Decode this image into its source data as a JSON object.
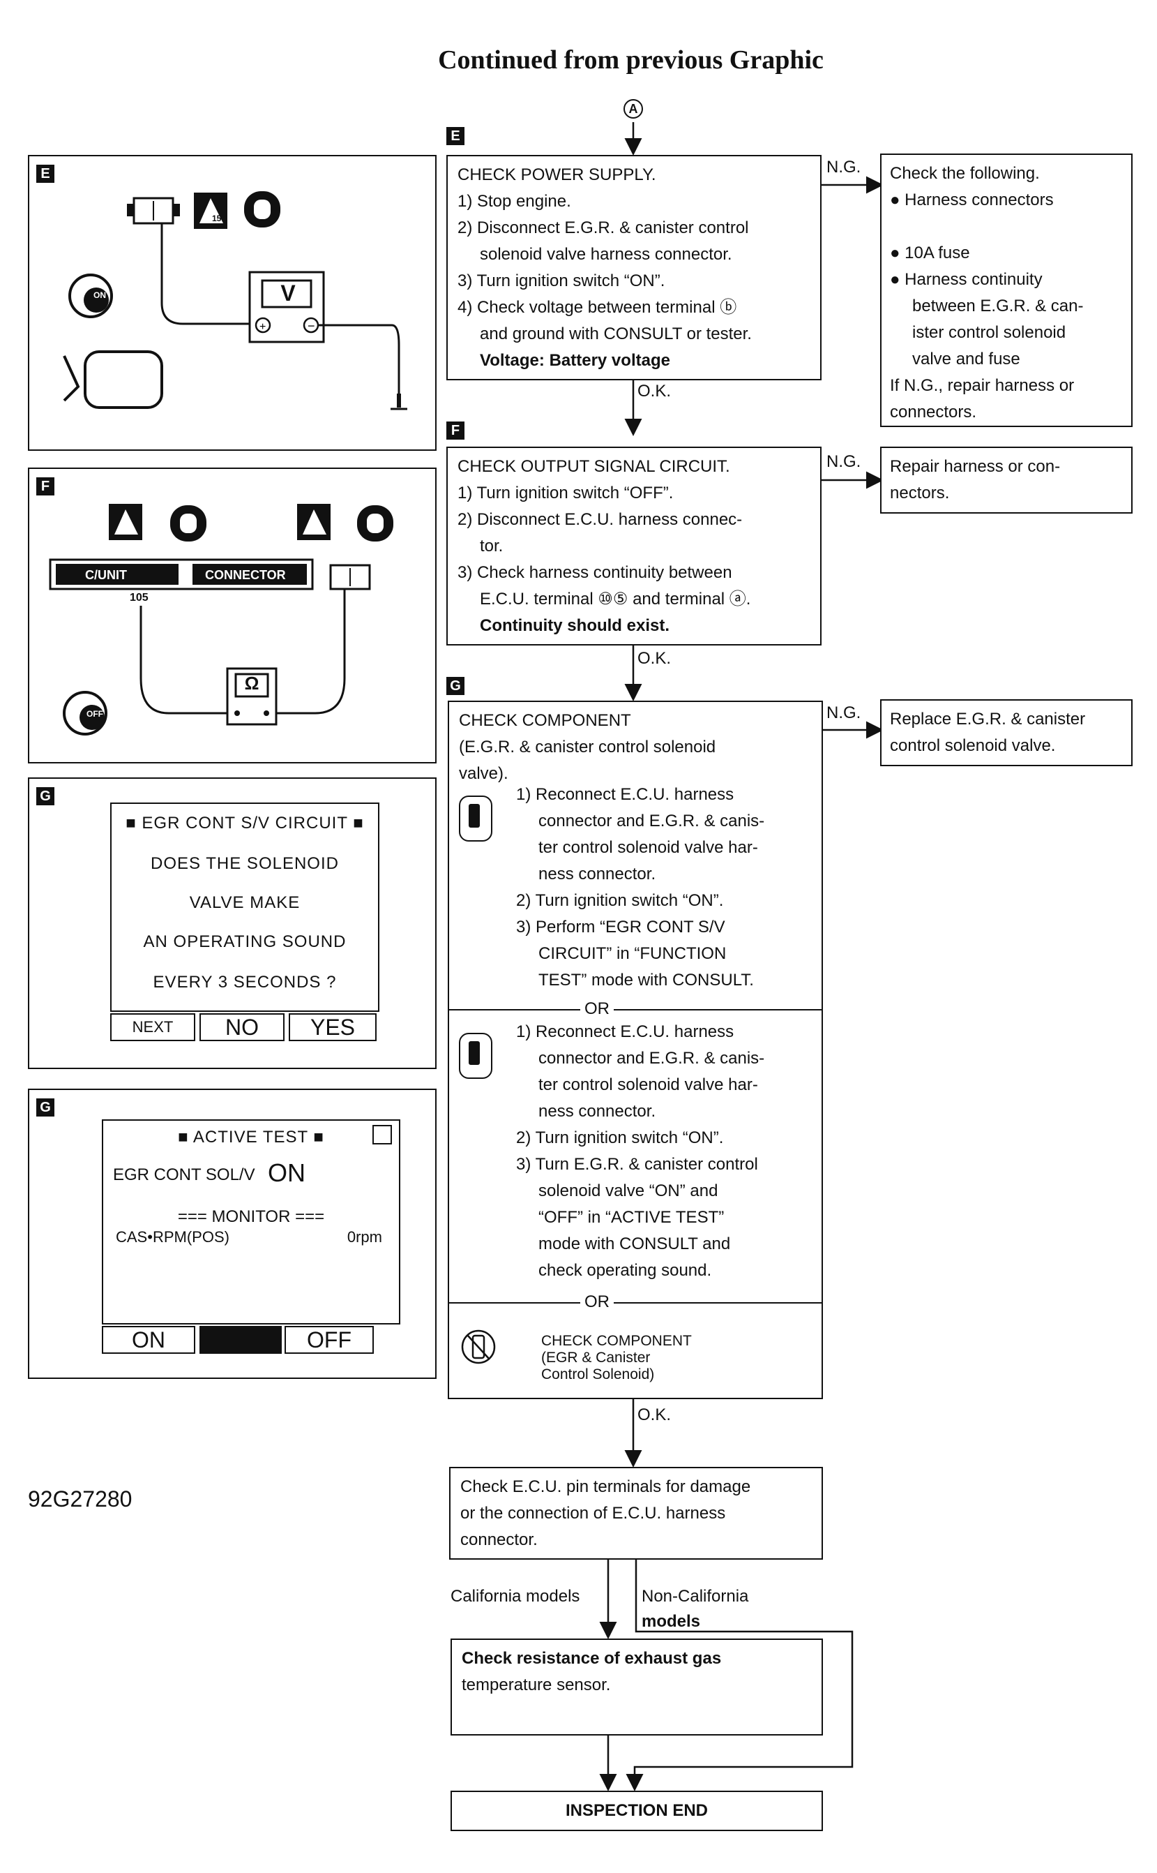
{
  "header": {
    "title": "Continued from previous Graphic"
  },
  "connector_A": "A",
  "figure_id": "92G27280",
  "tags": {
    "E": "E",
    "F": "F",
    "G": "G"
  },
  "step_E": {
    "title": "CHECK POWER SUPPLY.",
    "lines": [
      "1) Stop engine.",
      "2) Disconnect E.G.R. & canister control",
      "solenoid valve harness connector.",
      "3) Turn ignition switch “ON”.",
      "4) Check voltage between terminal ⓑ",
      "and ground with CONSULT or tester."
    ],
    "result": "Voltage: Battery voltage",
    "ng_label": "N.G.",
    "ok_label": "O.K.",
    "ng_box": {
      "lines": [
        "Check the following.",
        "● Harness connectors",
        "",
        "● 10A fuse",
        "● Harness continuity",
        "between E.G.R. & can-",
        "ister control solenoid",
        "valve and fuse",
        "If N.G., repair harness or",
        "connectors."
      ]
    }
  },
  "step_F": {
    "title": "CHECK OUTPUT SIGNAL CIRCUIT.",
    "lines": [
      "1) Turn ignition switch “OFF”.",
      "2) Disconnect E.C.U. harness connec-",
      "tor.",
      "3) Check harness continuity between",
      "E.C.U. terminal ⑩⑤ and terminal ⓐ."
    ],
    "result": "Continuity should exist.",
    "ng_label": "N.G.",
    "ok_label": "O.K.",
    "ng_box": {
      "lines": [
        "Repair harness or con-",
        "nectors."
      ]
    }
  },
  "step_G": {
    "title": "CHECK COMPONENT",
    "subtitle": "(E.G.R. & canister control solenoid",
    "subtitle2": "valve).",
    "block1": [
      "1) Reconnect E.C.U. harness",
      "connector and E.G.R. & canis-",
      "ter control solenoid valve har-",
      "ness connector.",
      "2) Turn ignition switch “ON”.",
      "3) Perform “EGR CONT S/V",
      "CIRCUIT” in “FUNCTION",
      "TEST” mode with CONSULT."
    ],
    "or1": "OR",
    "block2": [
      "1) Reconnect E.C.U. harness",
      "connector and E.G.R. & canis-",
      "ter control solenoid valve har-",
      "ness connector.",
      "2) Turn ignition switch “ON”.",
      "3) Turn E.G.R. & canister control",
      "solenoid valve “ON” and",
      "“OFF” in “ACTIVE TEST”",
      "mode with CONSULT and",
      "check operating sound."
    ],
    "or2": "OR",
    "block3": [
      "CHECK COMPONENT",
      "(EGR & Canister",
      "Control Solenoid)"
    ],
    "ng_label": "N.G.",
    "ok_label": "O.K.",
    "ng_box": {
      "lines": [
        "Replace E.G.R. & canister",
        "control solenoid valve."
      ]
    }
  },
  "step_ecu": {
    "lines": [
      "Check E.C.U. pin terminals for damage",
      "or the connection of E.C.U. harness",
      "connector."
    ]
  },
  "branch": {
    "california": "California models",
    "non_california_1": "Non-California",
    "non_california_2": "models"
  },
  "step_exhaust": {
    "lines": [
      "Check resistance of exhaust gas",
      "temperature sensor."
    ]
  },
  "end": {
    "label": "INSPECTION END"
  },
  "panel_E": {
    "meter": "V",
    "ign": "ON",
    "fuse": "15"
  },
  "panel_F": {
    "ecu_label_1": "C/UNIT",
    "ecu_label_2": "CONNECTOR",
    "terminal": "105",
    "meter": "Ω",
    "ign": "OFF"
  },
  "screen_func": {
    "header": "■ EGR CONT S/V CIRCUIT ■",
    "lines": [
      "DOES THE SOLENOID",
      "VALVE MAKE",
      "AN OPERATING SOUND",
      "EVERY 3 SECONDS ?"
    ],
    "buttons": [
      "NEXT",
      "NO",
      "YES"
    ]
  },
  "screen_active": {
    "header": "■ ACTIVE TEST ■",
    "item": "EGR CONT SOL/V",
    "item_value": "ON",
    "monitor": "=== MONITOR ===",
    "monitor_item": "CAS•RPM(POS)",
    "monitor_value": "0rpm",
    "buttons": [
      "ON",
      "",
      "OFF"
    ]
  }
}
